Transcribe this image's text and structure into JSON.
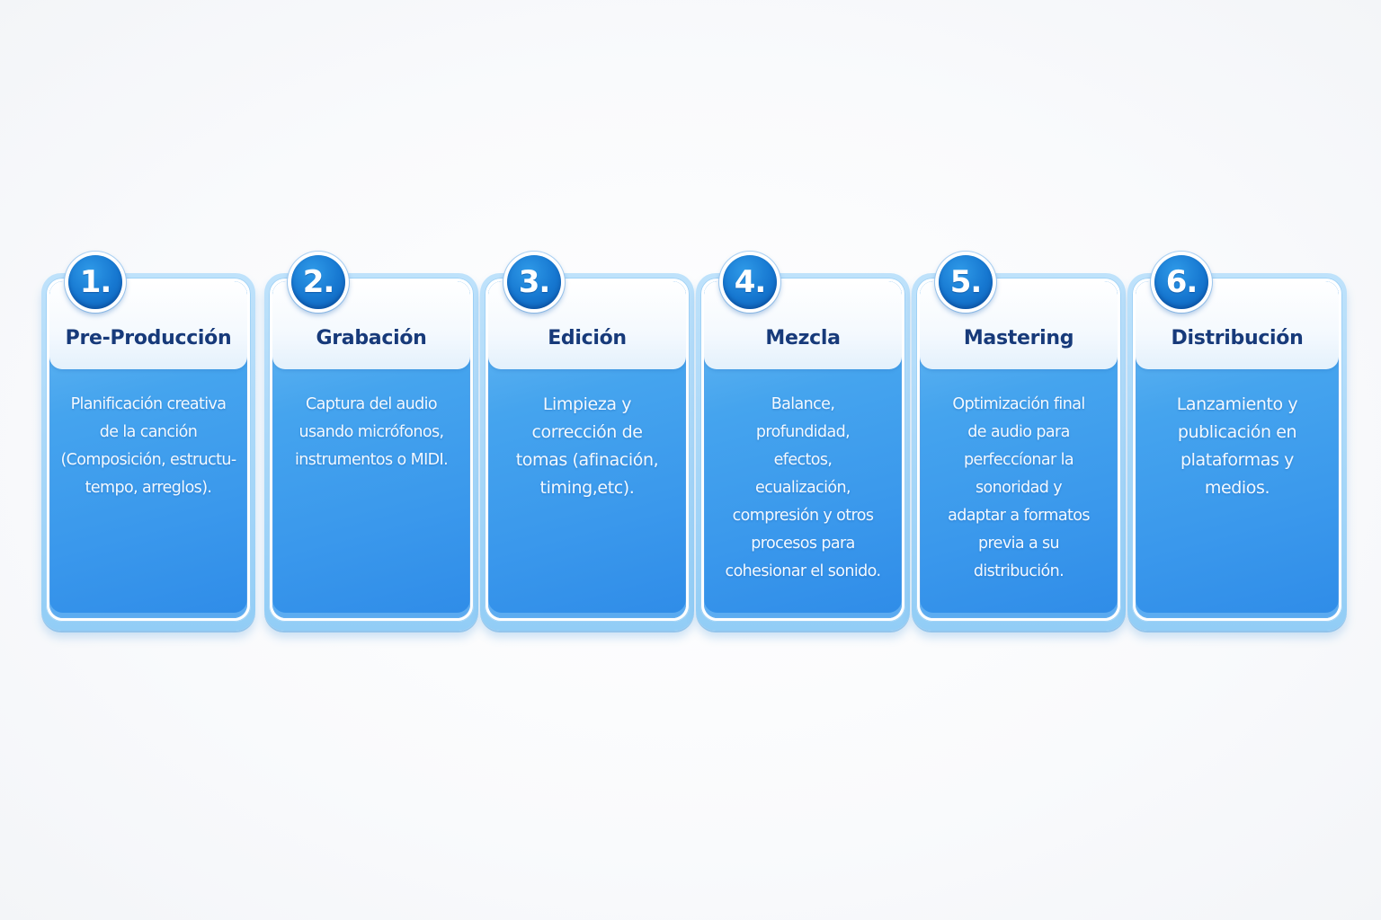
{
  "diagram": {
    "type": "process-steps",
    "accent_color": "#1677d0",
    "title_color": "#173a7a",
    "card_color": "#3a98ec",
    "steps": [
      {
        "number": "1.",
        "title": "Pre-Producción",
        "description": "Planificación creativa\nde la canción\n(Composición, estructu-\ntempo, arreglos)."
      },
      {
        "number": "2.",
        "title": "Grabación",
        "description": "Captura del audio\nusando micrófonos,\ninstrumentos o MIDI."
      },
      {
        "number": "3.",
        "title": "Edición",
        "description": "Limpieza y\ncorrección de\ntomas (afinación,\ntiming,etc)."
      },
      {
        "number": "4.",
        "title": "Mezcla",
        "description": "Balance,\nprofundidad,\nefectos,\necualización,\ncompresión y otros\nprocesos para\ncohesionar el sonido."
      },
      {
        "number": "5.",
        "title": "Mastering",
        "description": "Optimización final\nde audio para\nperfeccíonar la\nsonoridad y\nadaptar a formatos\nprevia a su\ndistribución."
      },
      {
        "number": "6.",
        "title": "Distribución",
        "description": "Lanzamiento y\npublicación en\nplataformas y\nmedios."
      }
    ]
  }
}
